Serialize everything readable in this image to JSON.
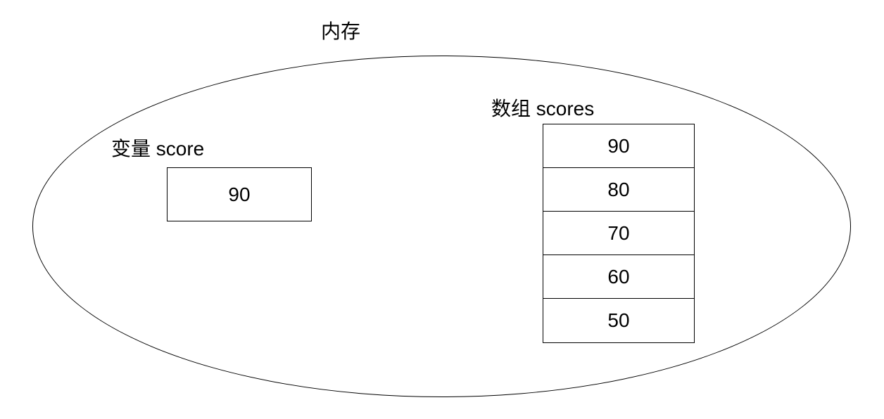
{
  "diagram": {
    "title": "内存",
    "variable": {
      "label": "变量 score",
      "value": "90"
    },
    "array": {
      "label": "数组 scores",
      "cells": [
        "90",
        "80",
        "70",
        "60",
        "50"
      ]
    }
  }
}
